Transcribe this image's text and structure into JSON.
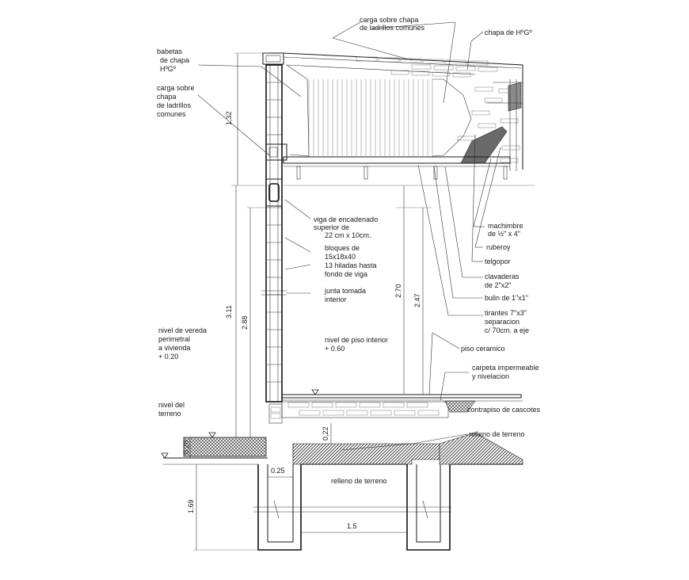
{
  "labels": {
    "carga_sup": [
      "carga sobre chapa",
      "de ladrillos comunes"
    ],
    "chapa_hg": "chapa de HºGº",
    "babetas": [
      "babetas",
      "de chapa",
      "HºGº"
    ],
    "carga_izq": [
      "carga sobre",
      "chapa",
      "de ladrillos",
      "comunes"
    ],
    "viga": [
      "viga de encadenado",
      "superior de",
      "22 cm x 10cm."
    ],
    "bloques": [
      "bloques de",
      "15x18x40",
      "13 hiladas hasta",
      "fondo de viga"
    ],
    "junta": [
      "junta tomada",
      "interior"
    ],
    "machimbre": [
      "machimbre",
      "de ½\" x 4\""
    ],
    "ruberoy": "ruberoy",
    "telgopor": "telgopor",
    "clavaderas": [
      "clavaderas",
      "de 2\"x2\""
    ],
    "bulin": "bulin de 1\"x1\"",
    "tirantes": [
      "tirantes 7\"x3\"",
      "separacion",
      "c/ 70cm. a eje"
    ],
    "piso_ceramico": "piso ceramico",
    "carpeta": [
      "carpeta impermeable",
      "y nivelacion"
    ],
    "contrapiso": "contrapiso de cascotes",
    "relleno_der": "relleno de terreno",
    "relleno_centro": "relleno de terreno",
    "nivel_vereda": [
      "nivel de vereda",
      "perimetral",
      "a vivienda",
      "+ 0.20"
    ],
    "nivel_piso": [
      "nivel de piso interior",
      "+ 0.60"
    ],
    "nivel_terreno": [
      "nivel del",
      "terreno"
    ]
  },
  "dims": {
    "d132": "1,32",
    "d311": "3.11",
    "d288": "2.88",
    "d270": "2.70",
    "d247": "2.47",
    "d022": "0,22",
    "d169": "1.69",
    "d025": "0.25",
    "d15": "1.5",
    "d020": "0.20"
  }
}
